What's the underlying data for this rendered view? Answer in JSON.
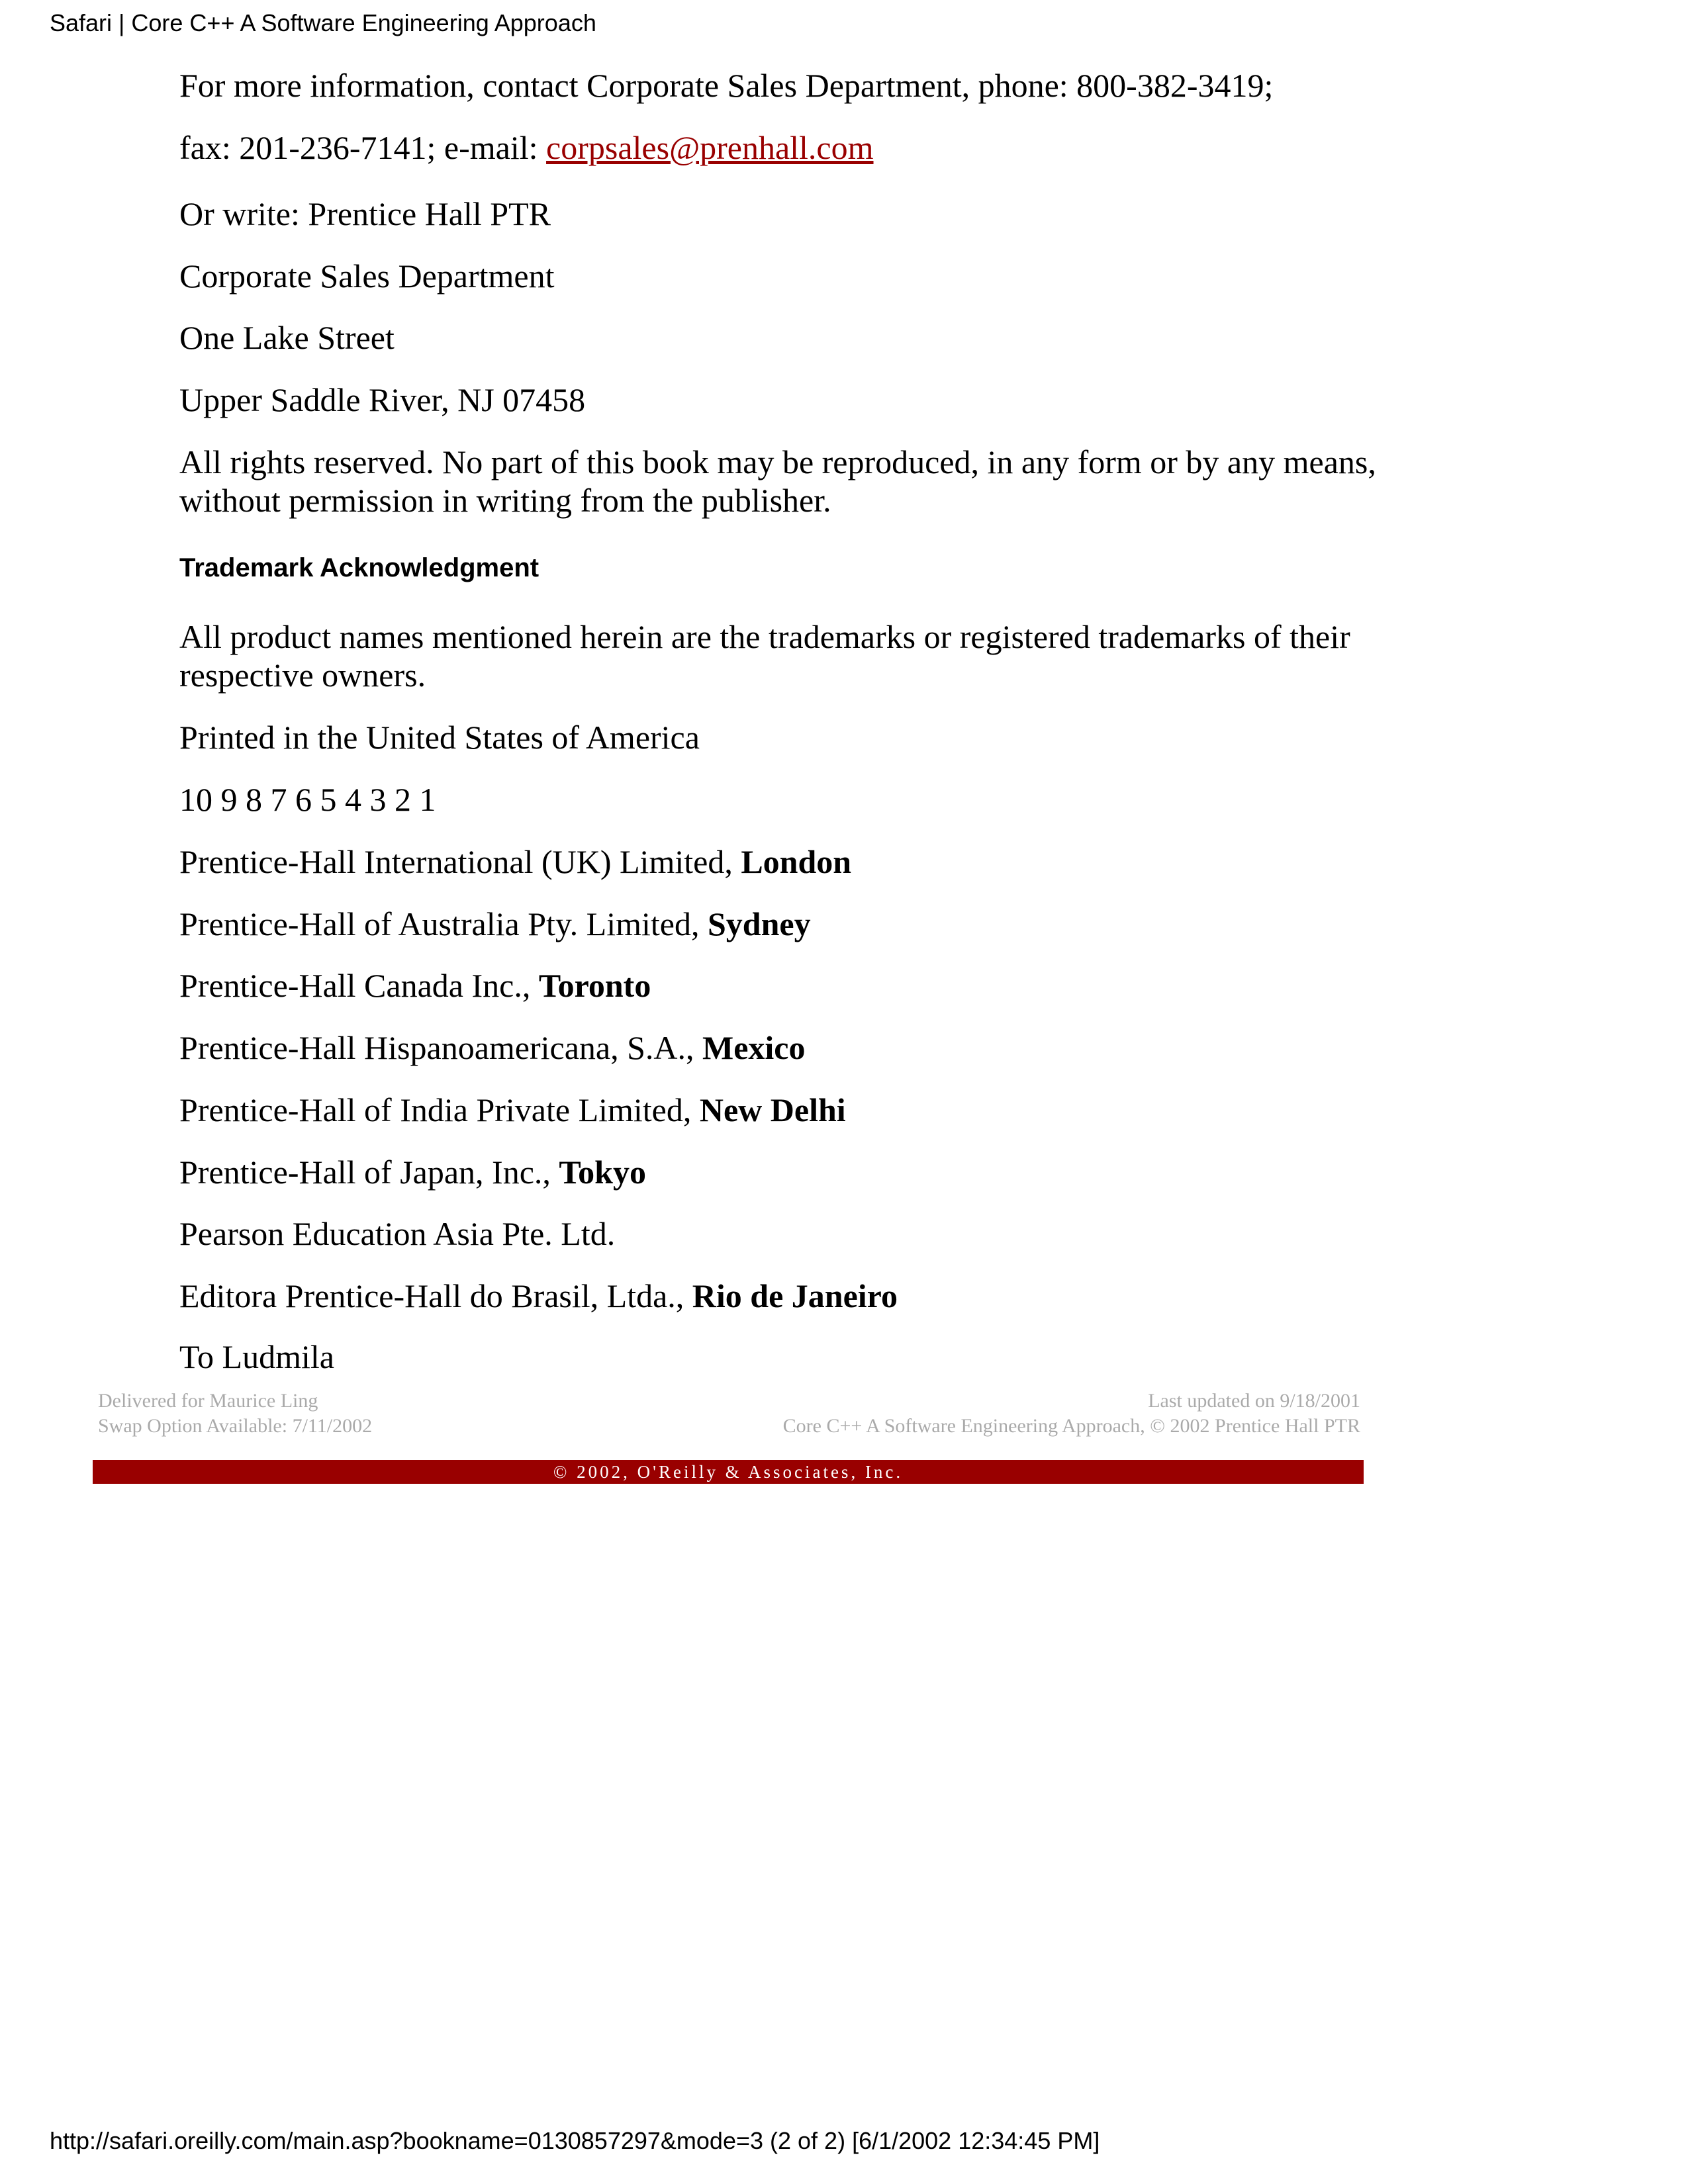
{
  "header": {
    "title": "Safari | Core C++ A Software Engineering Approach"
  },
  "content": {
    "contact_line1": "For more information, contact Corporate Sales Department, phone: 800-382-3419;",
    "contact_line2_prefix": "fax: 201-236-7141; e-mail: ",
    "email": "corpsales@prenhall.com",
    "address": [
      "Or write: Prentice Hall PTR",
      "Corporate Sales Department",
      "One Lake Street",
      "Upper Saddle River, NJ 07458"
    ],
    "rights_line1": "All rights reserved. No part of this book may be reproduced, in any form or by any means,",
    "rights_line2": "without permission in writing from the publisher.",
    "trademark_heading": "Trademark Acknowledgment",
    "trademark_line1": "All product names mentioned herein are the trademarks or registered trademarks of their",
    "trademark_line2": "respective owners.",
    "printed": "Printed in the United States of America",
    "print_run": "10 9 8 7 6 5 4 3 2 1",
    "publishers": [
      {
        "name": "Prentice-Hall International (UK) Limited, ",
        "city": "London"
      },
      {
        "name": "Prentice-Hall of Australia Pty. Limited, ",
        "city": "Sydney"
      },
      {
        "name": "Prentice-Hall Canada Inc., ",
        "city": "Toronto"
      },
      {
        "name": "Prentice-Hall Hispanoamericana, S.A., ",
        "city": "Mexico"
      },
      {
        "name": "Prentice-Hall of India Private Limited, ",
        "city": "New Delhi"
      },
      {
        "name": "Prentice-Hall of Japan, Inc., ",
        "city": "Tokyo"
      },
      {
        "name": "Pearson Education Asia Pte. Ltd.",
        "city": ""
      },
      {
        "name": "Editora Prentice-Hall do Brasil, Ltda., ",
        "city": "Rio de Janeiro"
      }
    ],
    "dedication": "To Ludmila"
  },
  "footer": {
    "delivered": "Delivered for Maurice Ling",
    "swap": "Swap Option Available: 7/11/2002",
    "updated": "Last updated on 9/18/2001",
    "book": "Core C++ A Software Engineering Approach, © 2002 Prentice Hall PTR",
    "copyright": "© 2002, O'Reilly & Associates, Inc."
  },
  "page_url": "http://safari.oreilly.com/main.asp?bookname=0130857297&mode=3 (2 of 2) [6/1/2002 12:34:45 PM]",
  "colors": {
    "accent": "#990000",
    "footer_text": "#aaaaaa"
  }
}
